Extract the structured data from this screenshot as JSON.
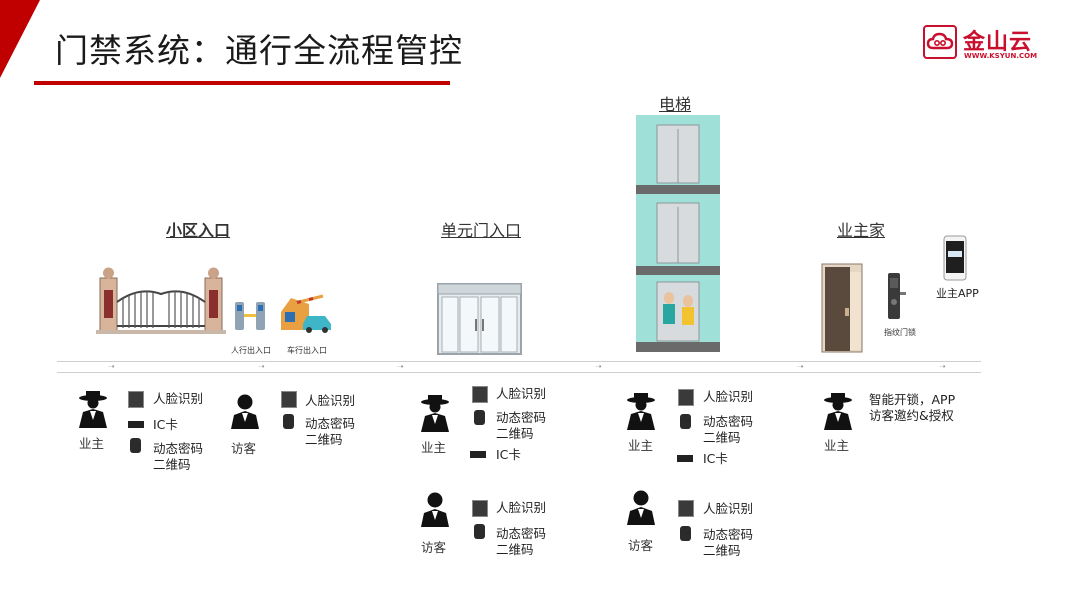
{
  "header": {
    "title": "门禁系统：通行全流程管控"
  },
  "logo": {
    "name": "金山云",
    "sub": "WWW.KSYUN.COM"
  },
  "scenes": {
    "community": {
      "label": "小区入口",
      "pedestrian": "人行出入口",
      "vehicle": "车行出入口"
    },
    "unit_door": {
      "label": "单元门入口"
    },
    "elevator": {
      "label": "电梯"
    },
    "home": {
      "label": "业主家",
      "fingerprint_lock": "指纹门锁",
      "app": "业主APP"
    }
  },
  "roles": {
    "owner": "业主",
    "visitor": "访客"
  },
  "methods": {
    "face": "人脸识别",
    "ic": "IC卡",
    "dynamic": "动态密码",
    "qrcode": "二维码",
    "smart_a": "智能开锁，APP",
    "smart_b": "访客邀约&授权"
  },
  "colors": {
    "accent": "#c00000",
    "brand": "#c8102e"
  }
}
